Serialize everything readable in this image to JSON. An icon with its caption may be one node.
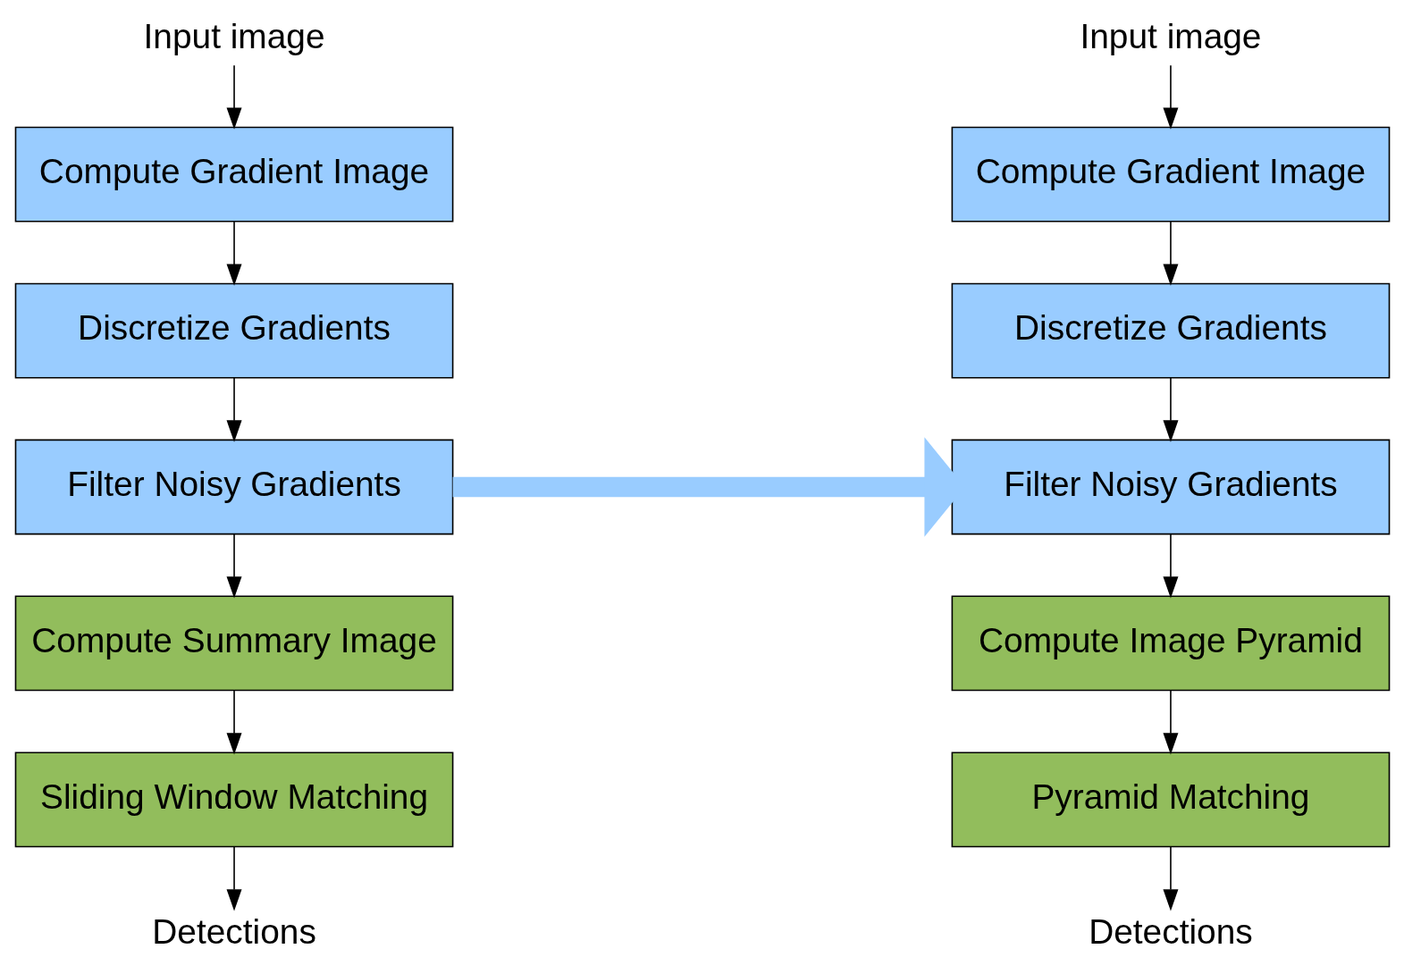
{
  "diagram": {
    "nodes": [
      {
        "text": [
          "Input image"
        ]
      },
      {
        "text": [
          "Compute Gradient Image"
        ]
      },
      {
        "text": [
          "Discretize Gradients"
        ]
      },
      {
        "text": [
          "Filter Noisy Gradients"
        ]
      },
      {
        "text": [
          "Compute Summary Image"
        ]
      },
      {
        "text": [
          "Sliding Window Matching"
        ]
      },
      {
        "text": [
          "Detections"
        ]
      },
      {
        "text": [
          "Input image"
        ]
      },
      {
        "text": [
          "Compute Gradient Image"
        ]
      },
      {
        "text": [
          "Discretize Gradients"
        ]
      },
      {
        "text": [
          "Filter Noisy Gradients"
        ]
      },
      {
        "text": [
          "Compute Image Pyramid"
        ]
      },
      {
        "text": [
          "Pyramid Matching"
        ]
      },
      {
        "text": [
          "Detections"
        ]
      }
    ],
    "edges": [
      {
        "from": 0,
        "to": 1,
        "arrow": "to"
      },
      {
        "from": 1,
        "to": 2,
        "arrow": "to"
      },
      {
        "from": 2,
        "to": 3,
        "arrow": "to"
      },
      {
        "from": 3,
        "to": 4,
        "arrow": "to"
      },
      {
        "from": 4,
        "to": 5,
        "arrow": "to"
      },
      {
        "from": 5,
        "to": 6,
        "arrow": "to"
      },
      {
        "from": 7,
        "to": 8,
        "arrow": "to"
      },
      {
        "from": 8,
        "to": 9,
        "arrow": "to"
      },
      {
        "from": 9,
        "to": 10,
        "arrow": "to"
      },
      {
        "from": 10,
        "to": 11,
        "arrow": "to"
      },
      {
        "from": 11,
        "to": 12,
        "arrow": "to"
      },
      {
        "from": 12,
        "to": 13,
        "arrow": "to"
      },
      {
        "from": 3,
        "to": 10,
        "arrow": "to",
        "style": "thick",
        "color": "#99ccff"
      }
    ]
  }
}
